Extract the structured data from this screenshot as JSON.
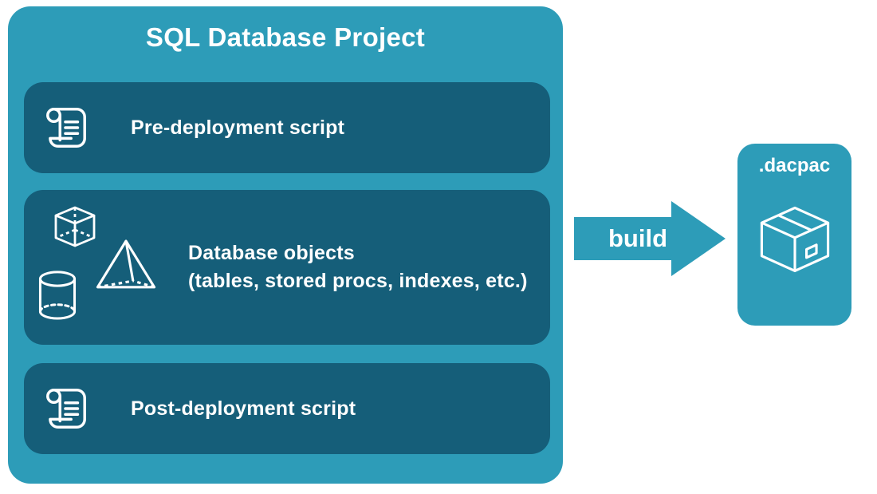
{
  "diagram": {
    "title": "SQL Database Project",
    "boxes": [
      {
        "id": "pre-deployment",
        "label": "Pre-deployment script",
        "icon": "scroll-icon"
      },
      {
        "id": "database-objects",
        "label_line1": "Database objects",
        "label_line2": "(tables, stored procs, indexes, etc.)",
        "icons": [
          "cube-icon",
          "pyramid-icon",
          "cylinder-icon"
        ]
      },
      {
        "id": "post-deployment",
        "label": "Post-deployment script",
        "icon": "scroll-icon"
      }
    ],
    "arrow": {
      "label": "build",
      "direction": "right"
    },
    "output": {
      "label": ".dacpac",
      "icon": "package-icon"
    }
  },
  "colors": {
    "canvas_bg": "#ffffff",
    "project_bg": "#2d9cb8",
    "inner_box_bg": "#155e79",
    "arrow_fill": "#2d9cb8",
    "text": "#ffffff"
  }
}
